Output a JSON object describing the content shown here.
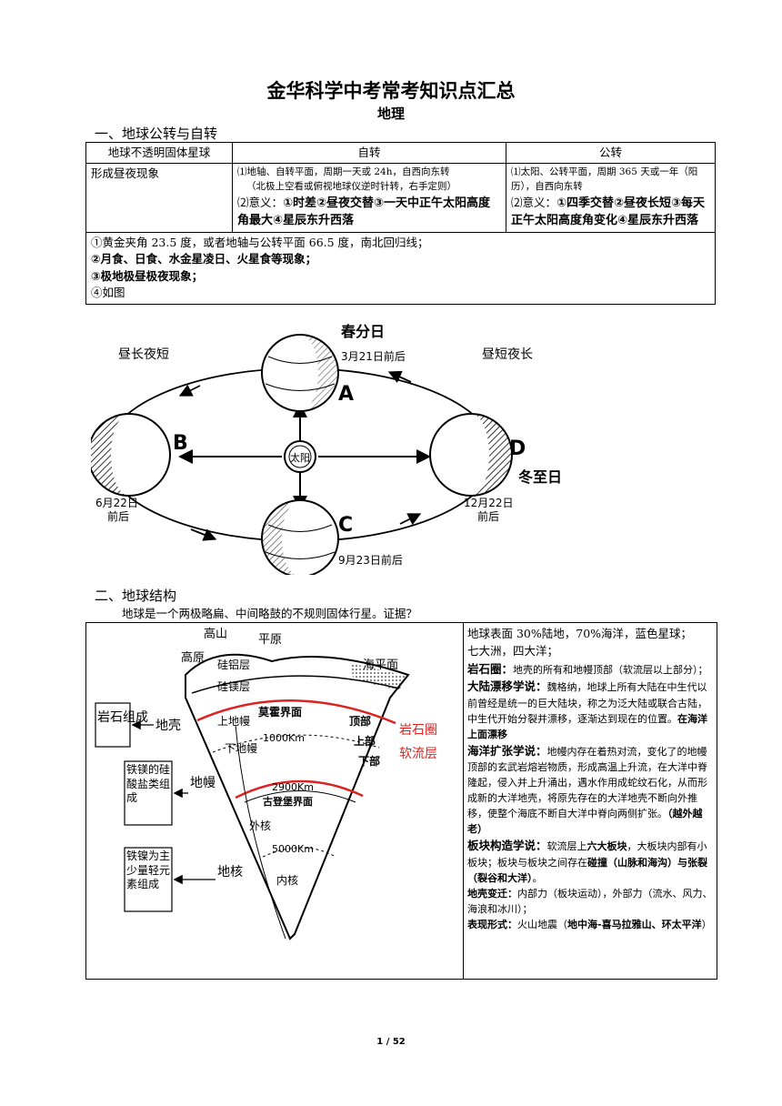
{
  "title": "金华科学中考常考知识点汇总",
  "subtitle": "地理",
  "section1": {
    "heading": "一、地球公转与自转",
    "header": [
      "地球不透明固体星球",
      "自转",
      "公转"
    ],
    "row": {
      "label": "形成昼夜现象",
      "rotation_line1": "⑴地轴、自转平面，周期一天或 24h，自西向东转",
      "rotation_line2": "（北极上空看或俯视地球仪逆时针转，右手定则）",
      "rotation_meaning_prefix": "⑵意义：",
      "rotation_meaning": "①时差②昼夜交替③一天中正午太阳高度角最大④星辰东升西落",
      "revolution_line1": "⑴太阳、公转平面，周期 365 天或一年（阳历），自西向东转",
      "revolution_meaning_prefix": "⑵意义：",
      "revolution_meaning": "①四季交替②昼夜长短③每天正午太阳高度角变化④星辰东升西落"
    },
    "notes": [
      "①黄金夹角 23.5 度，或者地轴与公转平面 66.5 度，南北回归线；",
      "②月食、日食、水金星凌日、火星食等现象；",
      "③极地极昼极夜现象；",
      "④如图"
    ],
    "orbit_diagram": {
      "sun_label": "太阳",
      "A": {
        "letter": "A",
        "name": "春分日",
        "date": "3月21日前后"
      },
      "B": {
        "letter": "B",
        "date1": "6月22日",
        "date2": "前后"
      },
      "C": {
        "letter": "C",
        "date": "9月23日前后"
      },
      "D": {
        "letter": "D",
        "name": "冬至日",
        "date1": "12月22日",
        "date2": "前后"
      },
      "left_label": "昼长夜短",
      "right_label": "昼短夜长"
    }
  },
  "section2": {
    "heading": "二、地球结构",
    "intro": "地球是一个两极略扁、中间略鼓的不规则固体行星。证据？",
    "structure_diagram": {
      "top_labels": [
        "高山",
        "平原",
        "高原",
        "硅铝层",
        "硅镁层",
        "海平面"
      ],
      "crust_box": "岩石组成",
      "crust_label": "地壳",
      "moho": "莫霍界面",
      "upper_mantle": "上地幔",
      "lower_mantle": "下地幔",
      "top_part": "顶部",
      "upper_part": "上部",
      "lower_part": "下部",
      "depth1": "1000Km",
      "depth2": "2900Km",
      "depth3": "5000Km",
      "lithosphere": "岩石圈",
      "asthenosphere": "软流层",
      "mantle_box": "铁镁的硅酸盐类组成",
      "mantle_label": "地幔",
      "gutenberg": "古登堡界面",
      "outer_core": "外核",
      "inner_core": "内核",
      "core_box": "铁镍为主少量轻元素组成",
      "core_label": "地核"
    },
    "right": {
      "p1": "地球表面 30%陆地，70%海洋，蓝色星球；",
      "p2": "七大洲，四大洋；",
      "p3_bold": "岩石圈：",
      "p3": "地壳的所有和地幔顶部（软流层以上部分）；",
      "p4_bold": "大陆漂移学说：",
      "p4": "魏格纳，地球上所有大陆在中生代以前曾经是统一的巨大陆块，称之为泛大陆或联合古陆，中生代开始分裂并漂移，逐渐达到现在的位置。",
      "p4_end": "在海洋上面漂移",
      "p5_bold": "海洋扩张学说：",
      "p5": "地幔内存在着热对流，变化了的地幔顶部的玄武岩熔岩物质，形成高温上升流，在大洋中脊隆起，侵入并上升涌出，遇水作用成蛇纹石化，从而形成新的大洋地壳，将原先存在的大洋地壳不断向外推移，使整个海底不断自大洋中脊向两侧扩张。",
      "p5_end": "（越外越老）",
      "p6_bold": "板块构造学说：",
      "p6a": "软流层上",
      "p6b": "六大板块",
      "p6c": "，大板块内部有小板块；板块与板块之间存在",
      "p6d": "碰撞（山脉和海沟）与张裂（裂谷和大洋）",
      "p6e": "。",
      "p7_bold": "地壳变迁：",
      "p7": "内部力（板块运动），外部力（流水、风力、海浪和冰川）；",
      "p8_bold": "表现形式：",
      "p8a": "火山地震（",
      "p8b": "地中海-喜马拉雅山、环太平洋",
      "p8c": "）"
    }
  },
  "page_number": "1 / 52"
}
